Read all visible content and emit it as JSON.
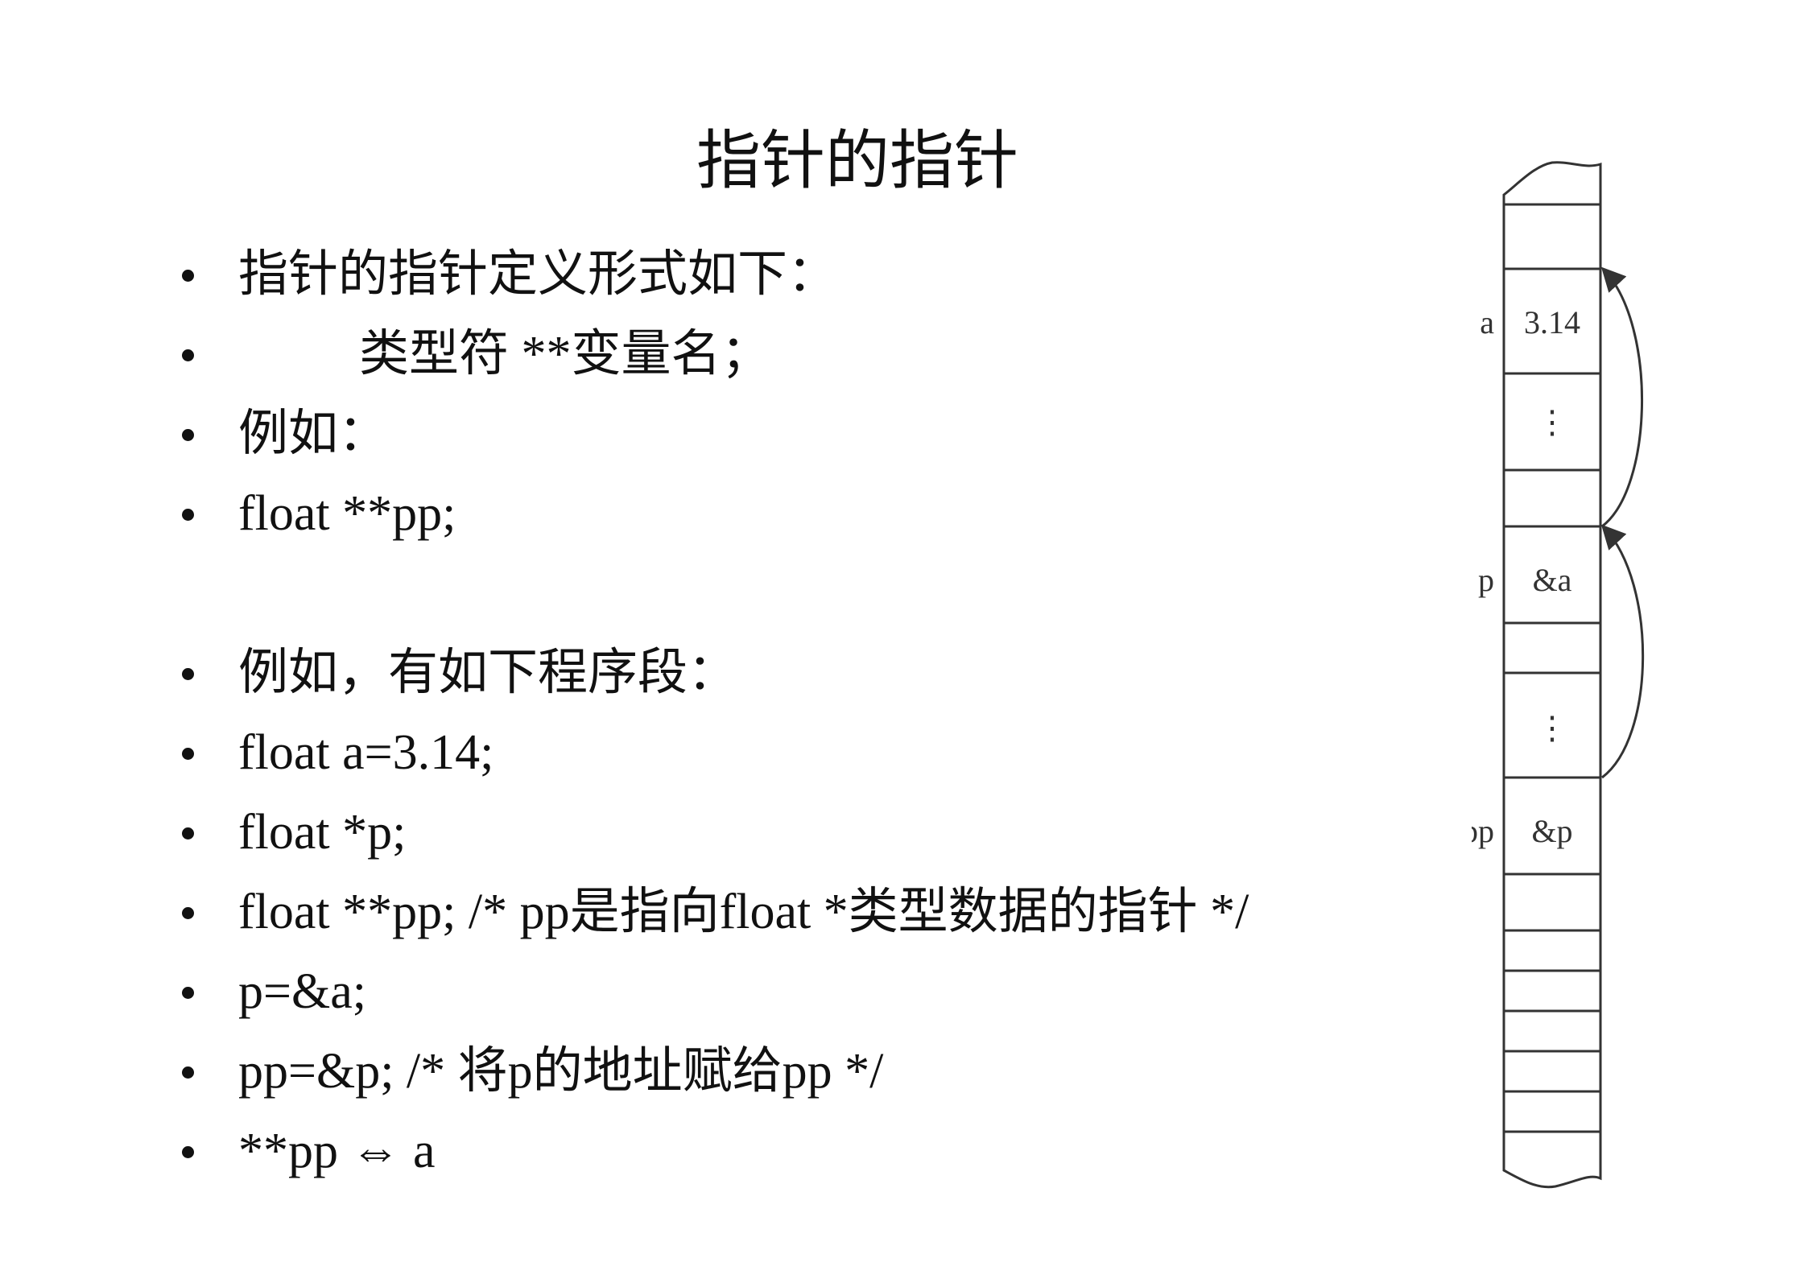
{
  "slide": {
    "title": "指针的指针"
  },
  "bullets": [
    {
      "text": "指针的指针定义形式如下："
    },
    {
      "text": "类型符 **变量名；"
    },
    {
      "text": "例如："
    },
    {
      "text": "float **pp;"
    },
    {
      "text": "例如，有如下程序段："
    },
    {
      "text": "float a=3.14;"
    },
    {
      "text": "float *p;"
    },
    {
      "text": "float **pp; /* pp是指向float *类型数据的指针 */"
    },
    {
      "text": "p=&a;"
    },
    {
      "text": "pp=&p; /* 将p的地址赋给pp */"
    },
    {
      "text": "**pp ⇔ a"
    }
  ],
  "diagram": {
    "cells": [
      {
        "name": "a",
        "value": "3.14"
      },
      {
        "name": "",
        "value": "⋮"
      },
      {
        "name": "p",
        "value": "&a"
      },
      {
        "name": "",
        "value": "⋮"
      },
      {
        "name": "pp",
        "value": "&p"
      }
    ]
  }
}
